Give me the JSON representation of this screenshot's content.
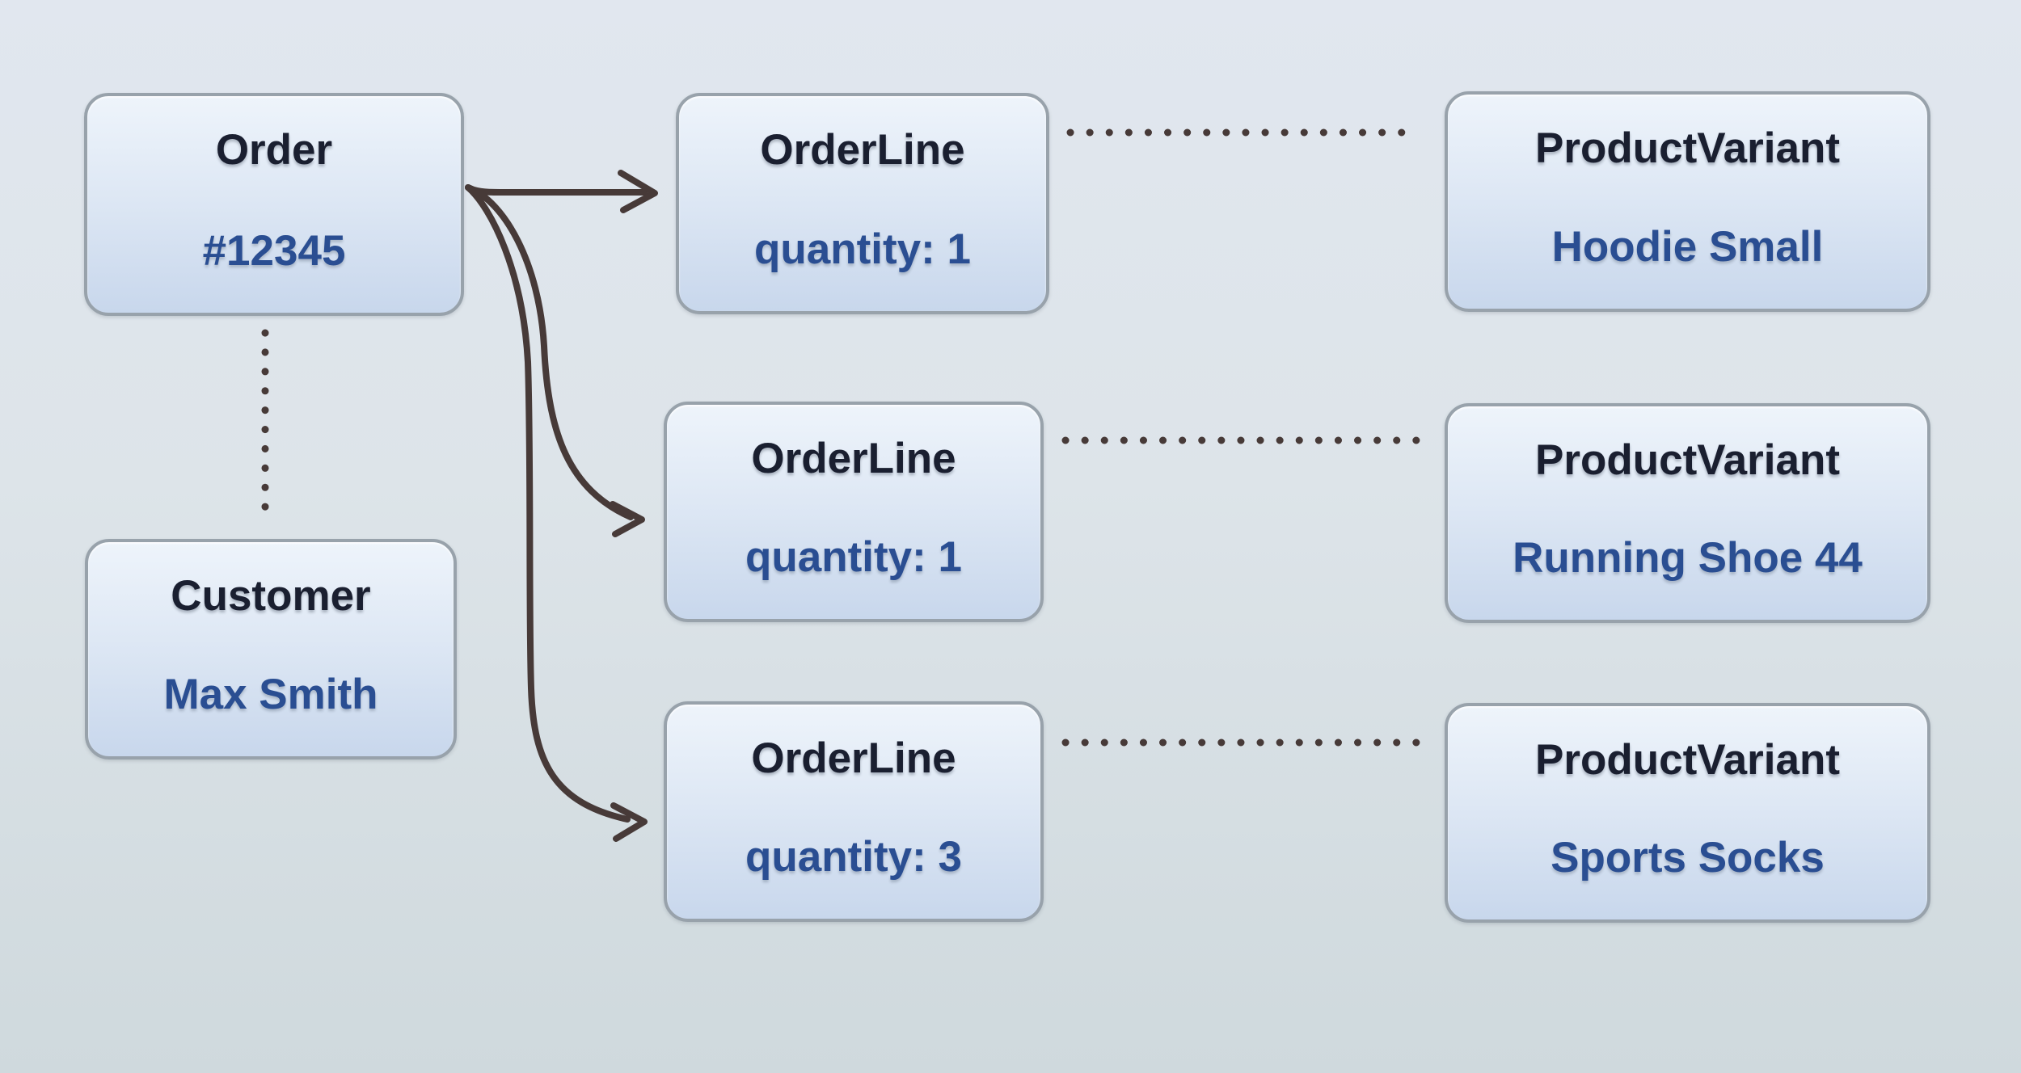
{
  "diagram": {
    "nodes": {
      "order": {
        "title": "Order",
        "value": "#12345"
      },
      "customer": {
        "title": "Customer",
        "value": "Max Smith"
      },
      "orderline1": {
        "title": "OrderLine",
        "value": "quantity: 1"
      },
      "orderline2": {
        "title": "OrderLine",
        "value": "quantity: 1"
      },
      "orderline3": {
        "title": "OrderLine",
        "value": "quantity: 3"
      },
      "productvariant1": {
        "title": "ProductVariant",
        "value": "Hoodie Small"
      },
      "productvariant2": {
        "title": "ProductVariant",
        "value": "Running Shoe 44"
      },
      "productvariant3": {
        "title": "ProductVariant",
        "value": "Sports Socks"
      }
    },
    "edges": [
      {
        "from": "order",
        "to": "orderline1",
        "style": "solid-arrow"
      },
      {
        "from": "order",
        "to": "orderline2",
        "style": "solid-arrow"
      },
      {
        "from": "order",
        "to": "orderline3",
        "style": "solid-arrow"
      },
      {
        "from": "order",
        "to": "customer",
        "style": "dotted"
      },
      {
        "from": "orderline1",
        "to": "productvariant1",
        "style": "dotted"
      },
      {
        "from": "orderline2",
        "to": "productvariant2",
        "style": "dotted"
      },
      {
        "from": "orderline3",
        "to": "productvariant3",
        "style": "dotted"
      }
    ],
    "colors": {
      "background_top": "#e1e7ef",
      "background_bottom": "#cfd9dd",
      "node_fill_top": "#eef4fb",
      "node_fill_bottom": "#c8d7ec",
      "node_border": "#98a2ab",
      "title_text": "#1a1f30",
      "value_text": "#2a4e92",
      "connector": "#473a38"
    }
  }
}
